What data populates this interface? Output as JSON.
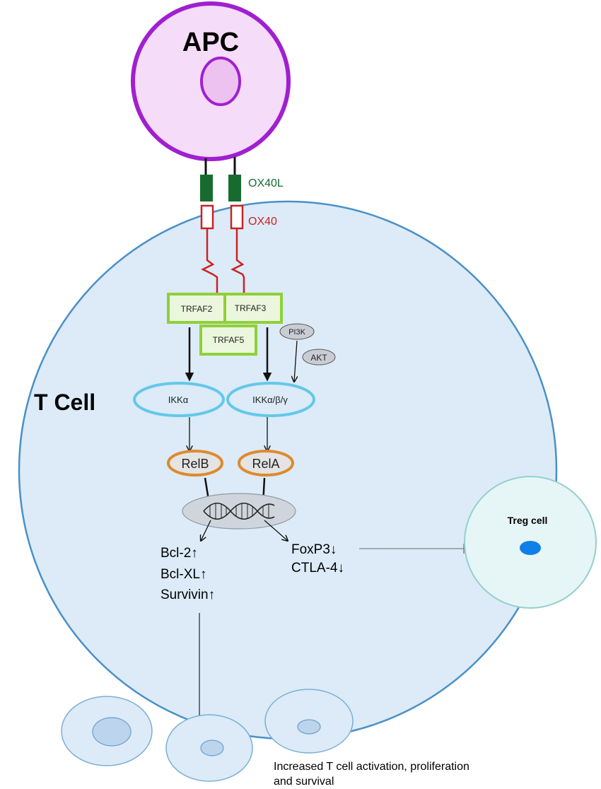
{
  "apc": {
    "label": "APC"
  },
  "receptors": {
    "ligand_label": "OX40L",
    "receptor_label": "OX40",
    "ligand_color": "#176b2f",
    "receptor_color": "#cc2222"
  },
  "t_cell": {
    "label": "T Cell"
  },
  "adaptors": {
    "a": "TRFAF2",
    "b": "TRFAF3",
    "c": "TRFAF5"
  },
  "kinases": {
    "pi3k": "PI3K",
    "akt": "AKT"
  },
  "complexes": {
    "ikk_alpha": "IKKα",
    "ikk_complex": "IKKα/β/γ"
  },
  "nfkb": {
    "relb": "RelB",
    "rela": "RelA"
  },
  "targets_left": [
    "Bcl-2↑",
    "Bcl-XL↑",
    "Survivin↑"
  ],
  "targets_right": [
    "FoxP3↓",
    "CTLA-4↓"
  ],
  "treg": {
    "label": "Treg cell"
  },
  "outcome": {
    "line1": "Increased T cell activation, proliferation",
    "line2": "and survival"
  },
  "colors": {
    "apc_fill": "#f5dcf8",
    "apc_stroke": "#a020d0",
    "tcell_fill": "#dcebf7",
    "tcell_stroke": "#4a90c8",
    "trfaf_fill": "#eaf7dc",
    "trfaf_stroke": "#8fd03a",
    "ikk_stroke": "#63c8ea",
    "rel_stroke": "#de8a2e"
  }
}
